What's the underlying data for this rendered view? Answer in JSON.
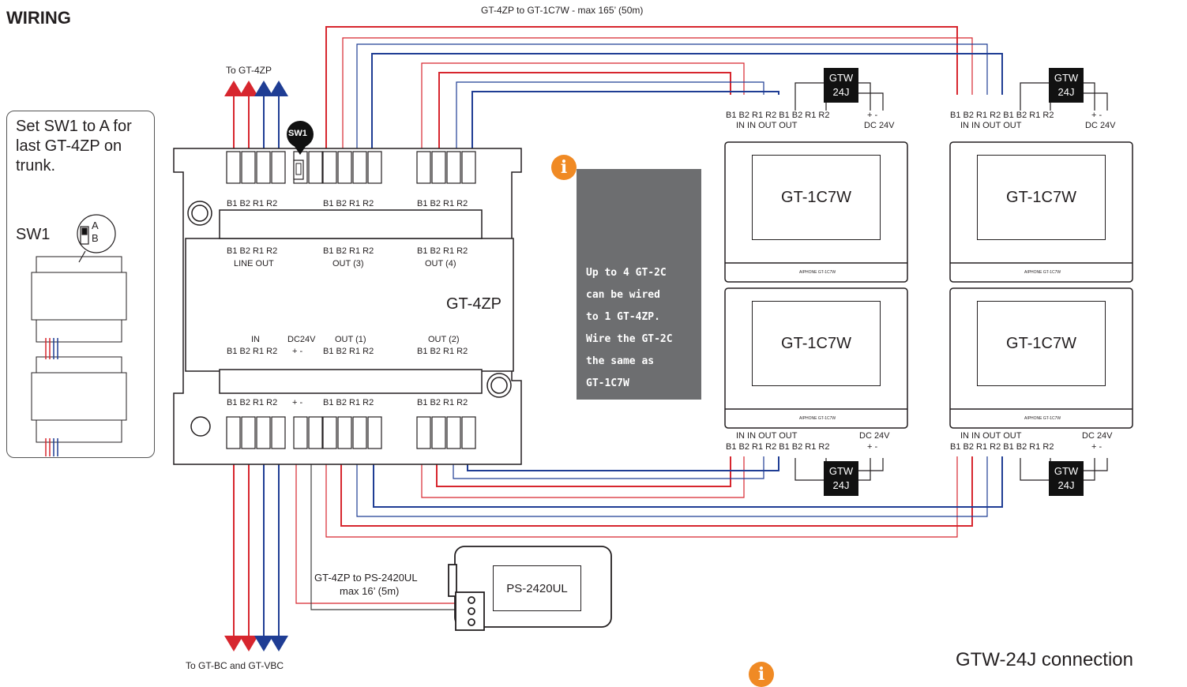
{
  "title": "WIRING",
  "top_note": "GT-4ZP to GT-1C7W - max 165’ (50m)",
  "to_top": "To GT-4ZP",
  "to_bottom": "To GT-BC and GT-VBC",
  "sw1_note": "Set SW1 to A for last GT-4ZP on trunk.",
  "sw1_label": "SW1",
  "sw1_marker": "SW1",
  "sw1_a": "A",
  "sw1_b": "B",
  "gt4zp": {
    "name": "GT-4ZP",
    "terminal_row": "B1 B2 R1 R2",
    "line_out": "LINE OUT",
    "out3": "OUT (3)",
    "out4": "OUT (4)",
    "in": "IN",
    "dc24v": "DC24V",
    "out1": "OUT (1)",
    "out2": "OUT (2)",
    "power_terms": "+  -",
    "b1": "B1",
    "b2": "B2",
    "r1": "R1",
    "r2": "R2",
    "plus": "+",
    "minus": "-"
  },
  "info_text": [
    "Up to 4 GT-2C",
    "can be wired",
    "to 1 GT-4ZP.",
    "Wire the GT-2C",
    "the same as",
    "GT-1C7W"
  ],
  "info_icon": "i",
  "monitor_name": "GT-1C7W",
  "monitor_brand": "AIPHONE GT-1C7W",
  "gtw_line1": "GTW",
  "gtw_line2": "24J",
  "terms": {
    "pairs": "B1 B2  R1 R2  B1 B2  R1 R2",
    "plus_minus": "+  -",
    "in_in_out_out": "IN       IN       OUT    OUT",
    "dc24v": "DC 24V"
  },
  "ps_note_line1": "GT-4ZP to PS-2420UL",
  "ps_note_line2": "max 16’ (5m)",
  "ps_name": "PS-2420UL",
  "bottom_right": "GTW-24J connection",
  "colors": {
    "red": "#d7262e",
    "blue": "#1f3d94",
    "grey": "#3f3f3f",
    "orange": "#f08a24",
    "info_bg": "#6d6e70"
  }
}
